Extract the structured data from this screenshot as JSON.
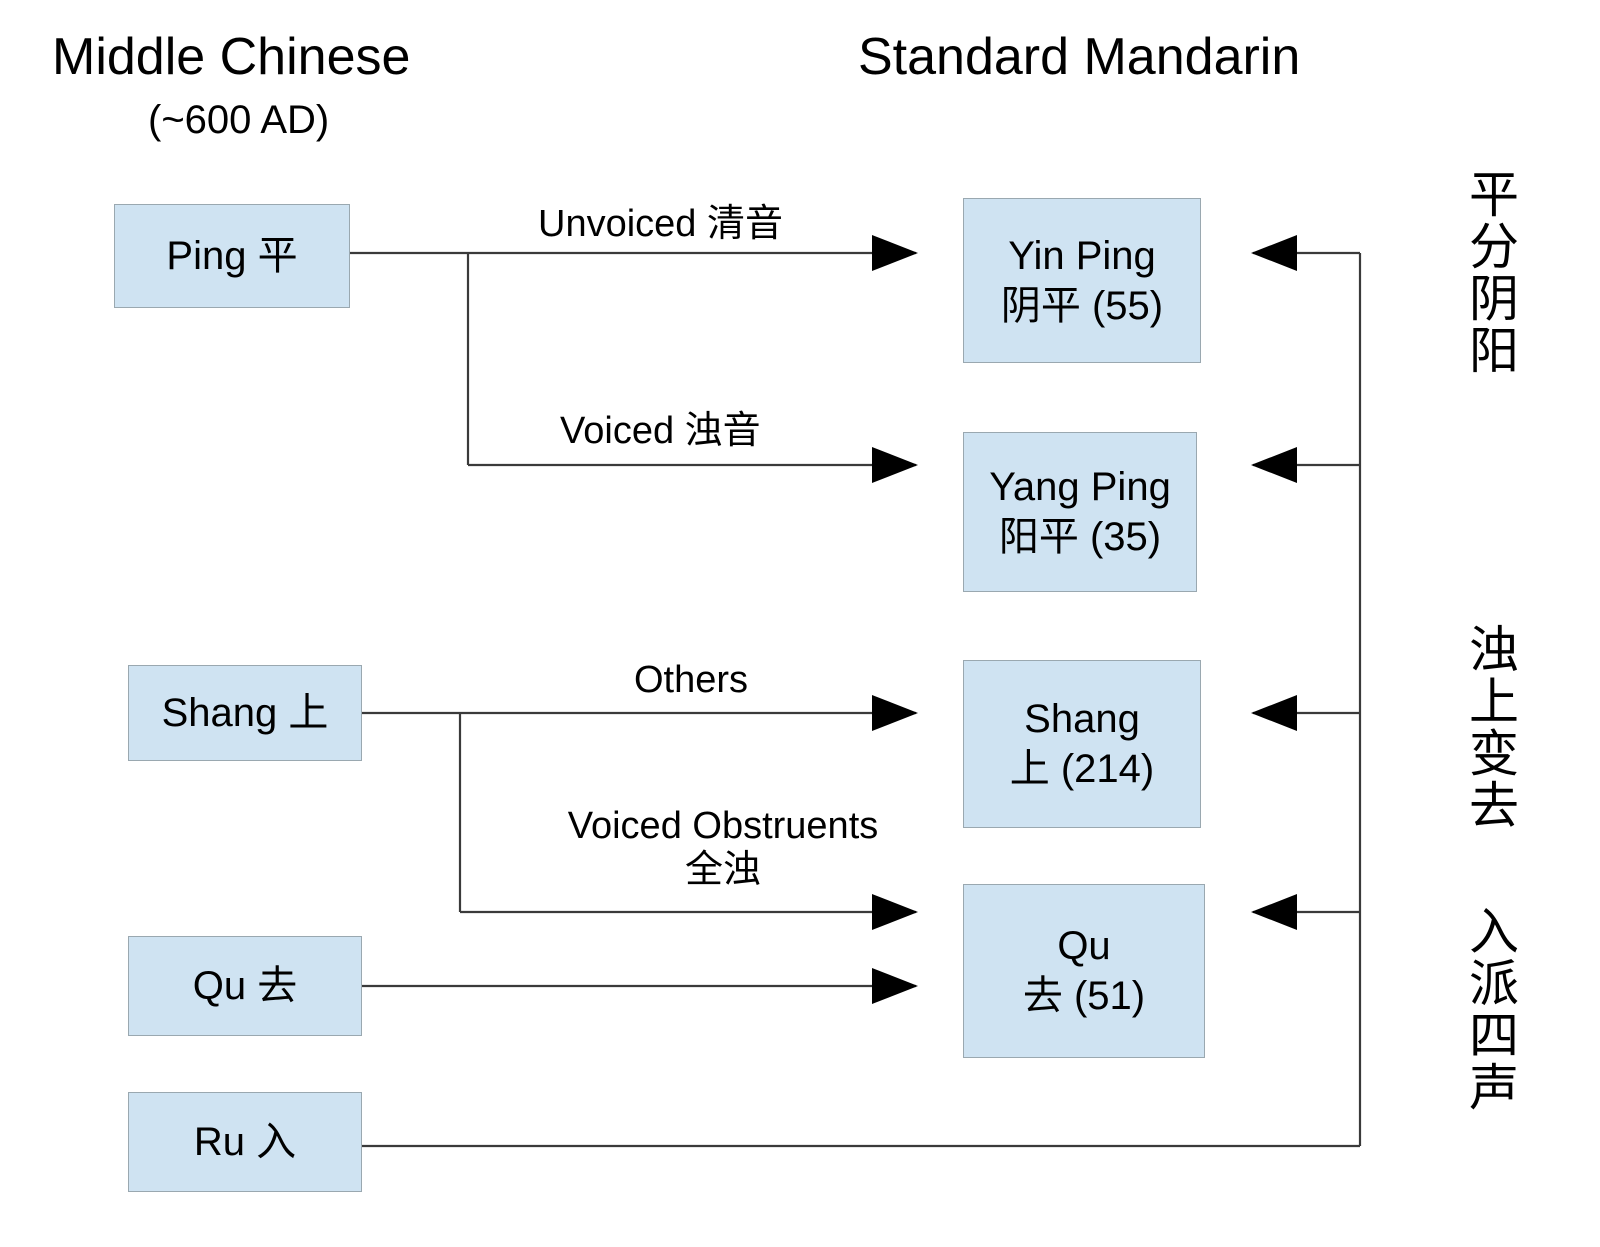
{
  "headers": {
    "left_title": "Middle Chinese",
    "left_subtitle": "(~600 AD)",
    "right_title": "Standard Mandarin"
  },
  "colors": {
    "box_fill": "#cfe3f2",
    "box_border": "#9aa8b0",
    "line": "#3a3a3a",
    "text": "#000000",
    "background": "#ffffff"
  },
  "middle_chinese_tones": [
    {
      "id": "ping",
      "label": "Ping  平"
    },
    {
      "id": "shang",
      "label": "Shang  上"
    },
    {
      "id": "qu",
      "label": "Qu  去"
    },
    {
      "id": "ru",
      "label": "Ru  入"
    }
  ],
  "mandarin_tones": [
    {
      "id": "yin-ping",
      "line1": "Yin Ping",
      "line2": "阴平 (55)",
      "contour": "55"
    },
    {
      "id": "yang-ping",
      "line1": "Yang Ping",
      "line2": "阳平 (35)",
      "contour": "35"
    },
    {
      "id": "shang",
      "line1": "Shang",
      "line2": "上 (214)",
      "contour": "214"
    },
    {
      "id": "qu",
      "line1": "Qu",
      "line2": "去 (51)",
      "contour": "51"
    }
  ],
  "edge_labels": [
    {
      "id": "unvoiced",
      "line1": "Unvoiced  清音",
      "line2": ""
    },
    {
      "id": "voiced",
      "line1": "Voiced  浊音",
      "line2": ""
    },
    {
      "id": "others",
      "line1": "Others",
      "line2": ""
    },
    {
      "id": "voiced-obstruents",
      "line1": "Voiced Obstruents",
      "line2": "全浊"
    }
  ],
  "vertical_notes": [
    {
      "id": "ping-split",
      "text": "平分阴阳"
    },
    {
      "id": "zhuo-shang",
      "text": "浊上变去"
    },
    {
      "id": "ru-split",
      "text": "入派四声"
    }
  ]
}
